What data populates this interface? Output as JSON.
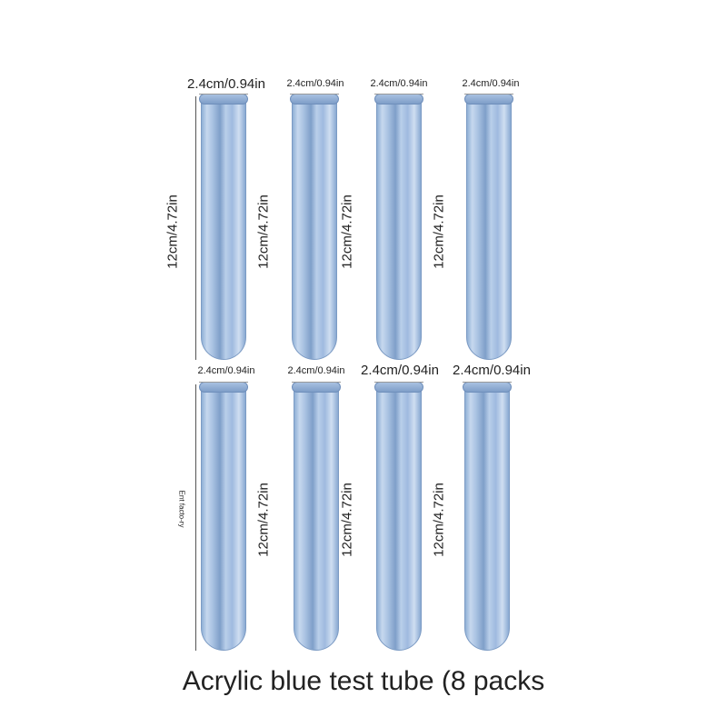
{
  "caption": "Acrylic blue test tube (8 packs",
  "width_label": "2.4cm/0.94in",
  "height_label": "12cm/4.72in",
  "stray_text": "Ent facto-ry",
  "tube_color": "#9fbadf",
  "tube_count": 8
}
